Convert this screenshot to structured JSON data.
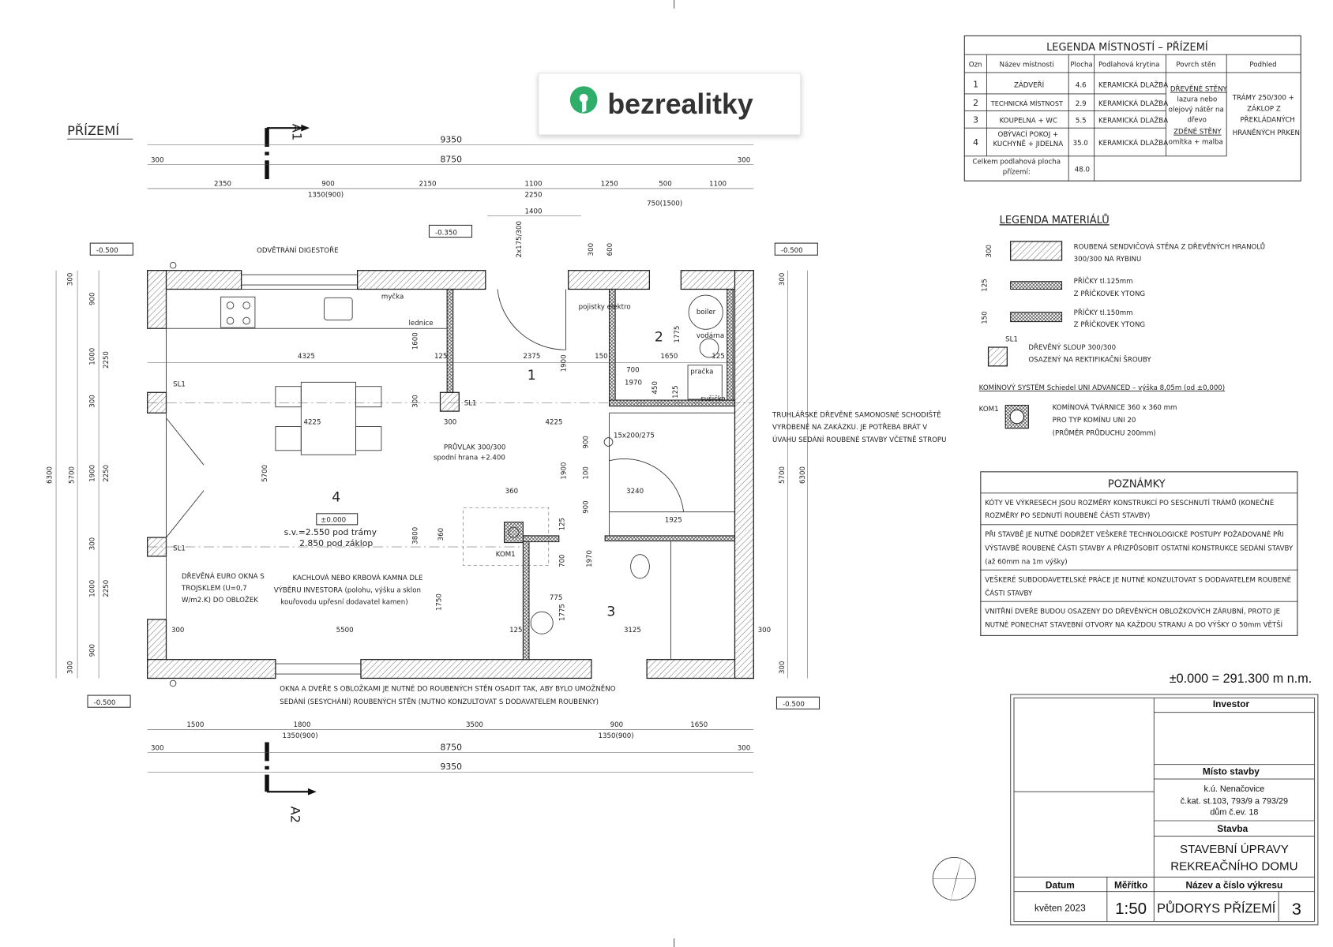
{
  "drawing_title": "PŘÍZEMÍ",
  "logo": {
    "text": "bezrealitky",
    "color": "#2fae6a"
  },
  "section_marks": [
    "A1",
    "A2"
  ],
  "levels": {
    "outer": "-0.500",
    "entrance": "-0.350",
    "floor": "±0.000"
  },
  "dims_top": {
    "total": "9350",
    "inner": "8750",
    "edge": "300",
    "row": [
      "2350",
      "900",
      "2150",
      "1100",
      "1250",
      "500",
      "1100"
    ],
    "sub": [
      "1350(900)",
      "2250",
      "750(1500)"
    ],
    "entry": "1400"
  },
  "dims_bottom": {
    "row": [
      "1500",
      "1800",
      "3500",
      "900",
      "1650"
    ],
    "sub": [
      "1350(900)",
      "1350(900)"
    ],
    "inner": "8750",
    "total": "9350",
    "edge": "300"
  },
  "dims_side": {
    "left": [
      "300",
      "900",
      "1000",
      "2250",
      "300",
      "1900",
      "2250",
      "300",
      "1000",
      "2250",
      "900",
      "300",
      "5700",
      "6300"
    ],
    "right": [
      "300",
      "5700",
      "6300",
      "300"
    ]
  },
  "dims_inner": [
    "4325",
    "125",
    "2375",
    "150",
    "1650",
    "125",
    "1775",
    "4225",
    "300",
    "4225",
    "1600",
    "1900",
    "300",
    "5700",
    "3800",
    "1750",
    "1900",
    "700",
    "1970",
    "450",
    "125",
    "900",
    "100",
    "900",
    "3240",
    "1925",
    "360",
    "360",
    "125",
    "700",
    "1970",
    "775",
    "1775",
    "125",
    "300",
    "5500",
    "3125",
    "300",
    "15x200/275",
    "2x175/300",
    "300",
    "600"
  ],
  "rooms": [
    "1",
    "2",
    "3",
    "4"
  ],
  "plan_labels": {
    "vent": "ODVĚTRÁNÍ DIGESTOŘE",
    "dishwasher": "myčka",
    "fridge": "lednice",
    "fuses": "pojistky elektro",
    "boiler": "boiler",
    "water": "vodárna",
    "washer": "pračka",
    "dryer": "sušička",
    "sl1": "SL1",
    "kom1": "KOM1",
    "beam": "PRŮVLAK 300/300",
    "beam_sub": "spodní hrana +2.400",
    "room4_h1": "s.v.=2.550 pod trámy",
    "room4_h2": "2.850 pod záklop",
    "stair_note": [
      "TRUHLÁŘSKÉ DŘEVĚNÉ SAMONOSNÉ SCHODIŠTĚ",
      "VYROBENÉ NA ZAKÁZKU. JE POTŘEBA BRÁT V",
      "ÚVAHU SEDÁNÍ ROUBENÉ STAVBY VČETNĚ STROPU"
    ],
    "stove_note": [
      "KACHLOVÁ NEBO KRBOVÁ KAMNA DLE",
      "VÝBĚRU INVESTORA (polohu, výšku a sklon",
      "kouřovodu upřesní dodavatel kamen)"
    ],
    "window_note": [
      "DŘEVĚNÁ EURO OKNA S",
      "TROJSKLEM (U=0,7",
      "W/m2.K) DO OBLOŽEK"
    ],
    "bottom_note": [
      "OKNA A DVEŘE S OBLOŽKAMI JE NUTNÉ DO ROUBENÝCH STĚN OSADIT TAK, ABY BYLO UMOŽNĚNO",
      "SEDÁNÍ (SESYCHÁNÍ) ROUBENÝCH STĚN (NUTNO KONZULTOVAT S DODAVATELEM ROUBENKY)"
    ]
  },
  "room_legend": {
    "title": "LEGENDA MÍSTNOSTÍ – PŘÍZEMÍ",
    "headers": [
      "Ozn",
      "Název místnosti",
      "Plocha",
      "Podlahová krytina",
      "Povrch stěn",
      "Podhled"
    ],
    "rows": [
      {
        "id": "1",
        "name": "ZÁDVEŘÍ",
        "area": "4.6",
        "floor": "KERAMICKÁ DLAŽBA"
      },
      {
        "id": "2",
        "name": "TECHNICKÁ MÍSTNOST",
        "area": "2.9",
        "floor": "KERAMICKÁ DLAŽBA"
      },
      {
        "id": "3",
        "name": "KOUPELNA + WC",
        "area": "5.5",
        "floor": "KERAMICKÁ DLAŽBA"
      },
      {
        "id": "4",
        "name": "OBÝVACÍ POKOJ + KUCHYNĚ + JIDELNA",
        "area": "35.0",
        "floor": "KERAMICKÁ DLAŽBA"
      }
    ],
    "walls": [
      "DŘEVĚNÉ STĚNY",
      "lazura nebo",
      "olejový nátěr na",
      "dřevo",
      "ZDĚNÉ STĚNY",
      "omítka + malba"
    ],
    "ceiling": [
      "TRÁMY 250/300 +",
      "ZÁKLOP Z",
      "PŘEKLÁDANÝCH",
      "HRANĚNÝCH PRKEN"
    ],
    "total_label": "Celkem podlahová plocha přízemí:",
    "total": "48.0"
  },
  "material_legend": {
    "title": "LEGENDA MATERIÁLŮ",
    "items": [
      {
        "dim": "300",
        "text": [
          "ROUBENÁ SENDVIČOVÁ STĚNA Z DŘEVĚNÝCH HRANOLŮ",
          "300/300 NA RYBINU"
        ]
      },
      {
        "dim": "125",
        "text": [
          "PŘÍČKY tl.125mm",
          "Z PŘÍČKOVEK YTONG"
        ]
      },
      {
        "dim": "150",
        "text": [
          "PŘÍČKY tl.150mm",
          "Z PŘÍČKOVEK YTONG"
        ]
      },
      {
        "dim": "SL1",
        "text": [
          "DŘEVĚNÝ SLOUP 300/300",
          "OSAZENÝ NA REKTIFIKAČNÍ ŠROUBY"
        ]
      }
    ],
    "chimney_title": "KOMÍNOVÝ SYSTÉM Schiedel UNI ADVANCED – výška 8,05m (od ±0,000)",
    "chimney_label": "KOM1",
    "chimney_text": [
      "KOMÍNOVÁ TVÁRNICE 360 x 360 mm",
      "PRO TYP KOMÍNU UNI 20",
      "(PRŮMĚR PRŮDUCHU 200mm)"
    ]
  },
  "notes": {
    "title": "POZNÁMKY",
    "items": [
      [
        "KÓTY VE VÝKRESECH JSOU ROZMĚRY KONSTRUKCÍ PO SESCHNUTÍ TRÁMŮ (KONEČNÉ",
        "ROZMĚRY PO SEDNUTÍ ROUBENÉ ČÁSTI STAVBY)"
      ],
      [
        "PŘI STAVBĚ JE NUTNÉ DODRŽET VEŠKERÉ TECHNOLOGICKÉ POSTUPY POŽADOVANÉ PŘI",
        "VÝSTAVBĚ ROUBENÉ ČÁSTI STAVBY A PŘIZPŮSOBIT OSTATNÍ KONSTRUKCE SEDÁNÍ STAVBY",
        "(až 60mm na 1m výšky)"
      ],
      [
        "VEŠKERÉ SUBDODAVETELSKÉ PRÁCE JE NUTNÉ KONZULTOVAT S DODAVATELEM ROUBENÉ",
        "ČÁSTI STAVBY"
      ],
      [
        "VNITŘNÍ DVEŘE BUDOU OSAZENY DO DŘEVĚNÝCH OBLOŽKOVÝCH ZÁRUBNÍ, PROTO JE",
        "NUTNÉ PONECHAT STAVEBNÍ OTVORY NA KAŽDOU STRANU A DO VÝŠKY O 50mm VĚTŠÍ"
      ]
    ]
  },
  "elevation_ref": "±0.000 = 291.300 m n.m.",
  "title_block": {
    "investor_label": "Investor",
    "site_label": "Místo stavby",
    "site": [
      "k.ú. Nenačovice",
      "č.kat. st.103, 793/9 a 793/29",
      "dům č.ev. 18"
    ],
    "building_label": "Stavba",
    "building": [
      "STAVEBNÍ ÚPRAVY",
      "REKREAČNÍHO DOMU"
    ],
    "date_label": "Datum",
    "date": "květen 2023",
    "scale_label": "Měřítko",
    "scale": "1:50",
    "drawing_label": "Název a číslo výkresu",
    "drawing": "PŮDORYS PŘÍZEMÍ",
    "number": "3"
  }
}
